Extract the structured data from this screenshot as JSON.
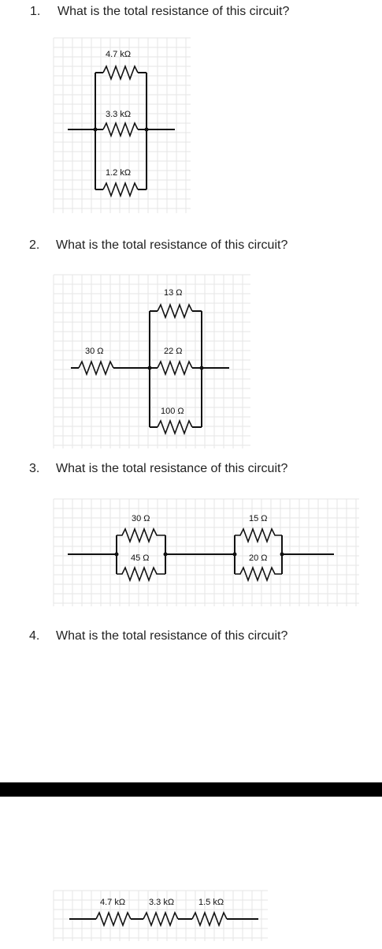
{
  "questions": [
    {
      "number": "1.",
      "text": "What is the total resistance of this circuit?"
    },
    {
      "number": "2.",
      "text": "What is the total resistance of this circuit?"
    },
    {
      "number": "3.",
      "text": "What is the total resistance of this circuit?"
    },
    {
      "number": "4.",
      "text": "What is the total resistance of this circuit?"
    }
  ],
  "circuit1": {
    "labels": [
      "4.7 kΩ",
      "3.3 kΩ",
      "1.2 kΩ"
    ]
  },
  "circuit2": {
    "labels": [
      "30 Ω",
      "13 Ω",
      "22 Ω",
      "100 Ω"
    ]
  },
  "circuit3": {
    "labels": [
      "30 Ω",
      "45 Ω",
      "15 Ω",
      "20 Ω"
    ]
  },
  "circuit4": {
    "labels": [
      "4.7 kΩ",
      "3.3 kΩ",
      "1.5 kΩ"
    ]
  },
  "colors": {
    "wire": "#111111",
    "grid": "#e6e6e6",
    "bar": "#000000"
  }
}
